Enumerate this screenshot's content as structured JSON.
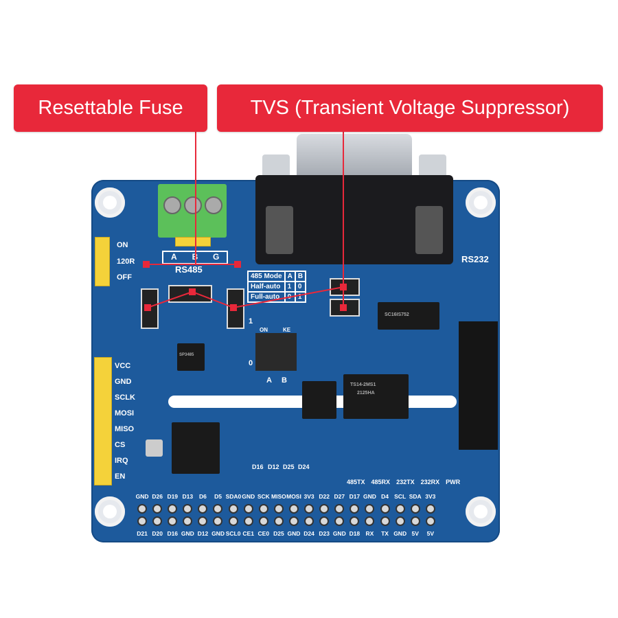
{
  "callouts": {
    "fuse": "Resettable Fuse",
    "tvs": "TVS (Transient Voltage Suppressor)"
  },
  "colors": {
    "callout": "#e8283a",
    "pcb": "#1d5a9c",
    "header": "#f4d23a",
    "terminal": "#5cc05a"
  },
  "board": {
    "rs485_label": "RS485",
    "rs232_label": "RS232",
    "terminal_pins": [
      "A",
      "B",
      "G"
    ],
    "jumper_labels": [
      "ON",
      "120R",
      "OFF"
    ],
    "mode_table": {
      "rows": [
        [
          "485 Mode",
          "A",
          "B"
        ],
        [
          "Half-auto",
          "1",
          "0"
        ],
        [
          "Full-auto",
          "0",
          "1"
        ]
      ]
    },
    "dip": {
      "on_label": "ON",
      "ke_label": "KE",
      "one": "1",
      "zero": "0",
      "a": "A",
      "b": "B"
    },
    "spi_header": [
      "VCC",
      "GND",
      "SCLK",
      "MOSI",
      "MISO",
      "CS",
      "IRQ",
      "EN"
    ],
    "led_labels": [
      "D16",
      "D12",
      "D25",
      "D24"
    ],
    "status_leds": [
      "485TX",
      "485RX",
      "232TX",
      "232RX",
      "PWR"
    ],
    "gpio_top": [
      "GND",
      "D26",
      "D19",
      "D13",
      "D6",
      "D5",
      "SDA0",
      "GND",
      "SCK",
      "MISO",
      "MOSI",
      "3V3",
      "D22",
      "D27",
      "D17",
      "GND",
      "D4",
      "SCL",
      "SDA",
      "3V3"
    ],
    "gpio_bottom": [
      "D21",
      "D20",
      "D16",
      "GND",
      "D12",
      "GND",
      "SCL0",
      "CE1",
      "CE0",
      "D25",
      "GND",
      "D24",
      "D23",
      "GND",
      "D18",
      "RX",
      "TX",
      "GND",
      "5V",
      "5V"
    ],
    "chip_text": [
      "SP3485",
      "SC16IS752",
      "TS14-2MS1",
      "2125HA"
    ]
  }
}
